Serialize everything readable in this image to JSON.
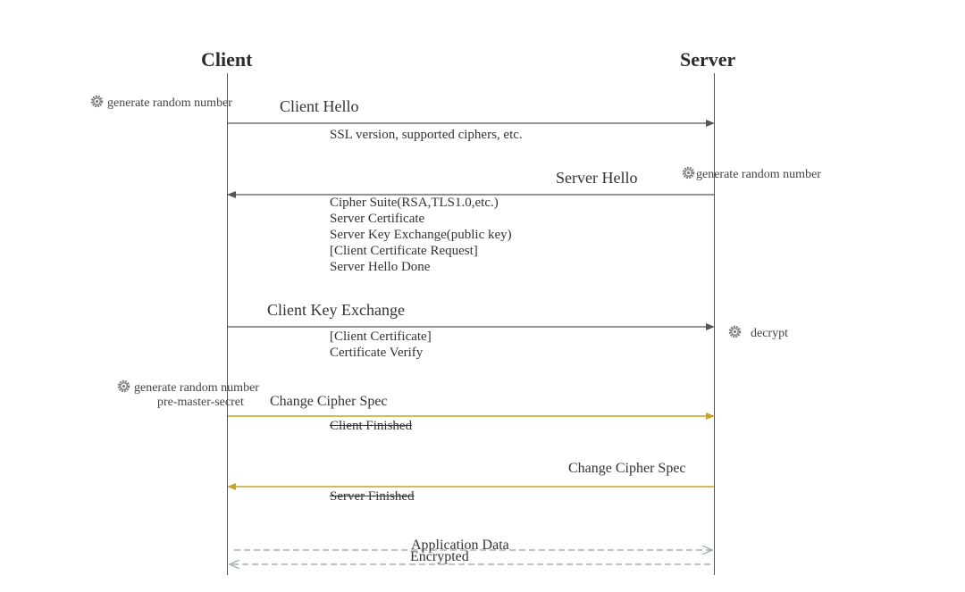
{
  "actors": {
    "client": "Client",
    "server": "Server"
  },
  "colors": {
    "normal": "#555555",
    "cipher": "#c9a227",
    "app": "#8fa3ad"
  },
  "notes": {
    "client_random": "generate random number",
    "server_random": "generate random number",
    "server_decrypt": "decrypt",
    "client_random_2": "generate random number",
    "pre_master": "pre-master-secret"
  },
  "messages": {
    "client_hello": {
      "label": "Client Hello",
      "details": [
        "SSL version, supported ciphers, etc."
      ]
    },
    "server_hello": {
      "label": "Server Hello",
      "details": [
        "Cipher Suite(RSA,TLS1.0,etc.)",
        "Server Certificate",
        "Server Key Exchange(public key)",
        "[Client Certificate Request]",
        "Server Hello Done"
      ]
    },
    "client_key_exchange": {
      "label": "Client Key Exchange",
      "details": [
        "[Client Certificate]",
        "Certificate Verify"
      ]
    },
    "client_ccs": {
      "label": "Change Cipher Spec",
      "details": [
        "Client Finished"
      ]
    },
    "server_ccs": {
      "label": "Change Cipher Spec",
      "details": [
        "Server Finished"
      ]
    },
    "app_data": {
      "label": "Application Data",
      "sublabel": "Encrypted"
    }
  }
}
